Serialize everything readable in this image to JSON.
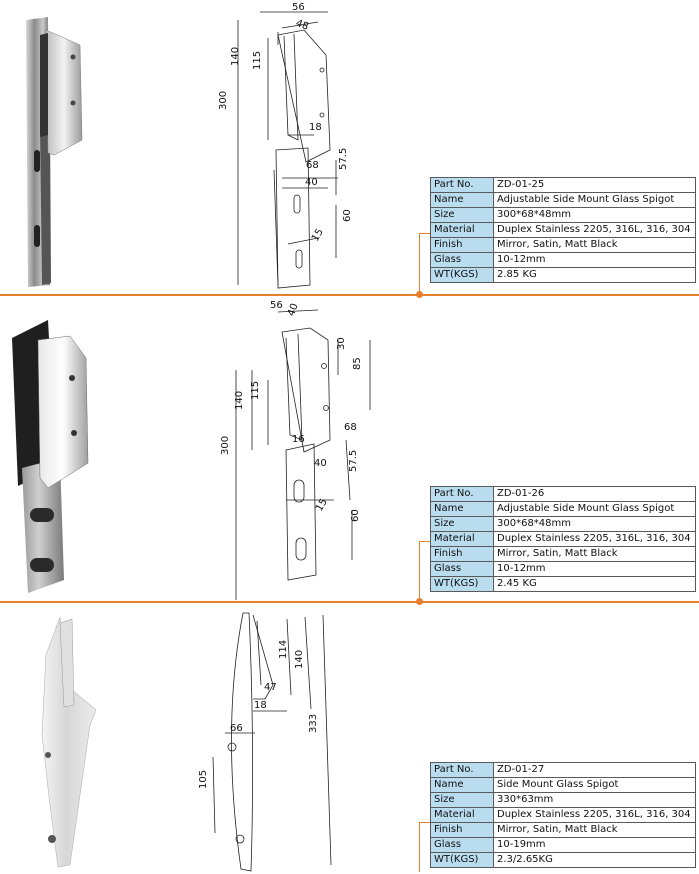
{
  "products": [
    {
      "rows": [
        {
          "key": "Part No.",
          "value": "ZD-01-25"
        },
        {
          "key": "Name",
          "value": "Adjustable Side Mount Glass Spigot"
        },
        {
          "key": "Size",
          "value": "300*68*48mm"
        },
        {
          "key": "Material",
          "value": "Duplex Stainless 2205, 316L, 316, 304"
        },
        {
          "key": "Finish",
          "value": "Mirror, Satin, Matt Black"
        },
        {
          "key": "Glass",
          "value": "10-12mm"
        },
        {
          "key": "WT(KGS)",
          "value": "2.85 KG"
        }
      ],
      "dims": {
        "d56": "56",
        "d48": "48",
        "d140": "140",
        "d115": "115",
        "d300": "300",
        "d18": "18",
        "d68": "68",
        "d40": "40",
        "d57": "57.5",
        "d60": "60",
        "d15": "15"
      }
    },
    {
      "rows": [
        {
          "key": "Part No.",
          "value": "ZD-01-26"
        },
        {
          "key": "Name",
          "value": "Adjustable Side Mount Glass Spigot"
        },
        {
          "key": "Size",
          "value": "300*68*48mm"
        },
        {
          "key": "Material",
          "value": "Duplex Stainless 2205, 316L, 316, 304"
        },
        {
          "key": "Finish",
          "value": "Mirror, Satin, Matt Black"
        },
        {
          "key": "Glass",
          "value": "10-12mm"
        },
        {
          "key": "WT(KGS)",
          "value": "2.45 KG"
        }
      ],
      "dims": {
        "d56": "56",
        "d40a": "40",
        "d30": "30",
        "d85": "85",
        "d140": "140",
        "d115": "115",
        "d68": "68",
        "d16": "16",
        "d300": "300",
        "d40b": "40",
        "d57": "57.5",
        "d15": "15",
        "d60": "60"
      }
    },
    {
      "rows": [
        {
          "key": "Part No.",
          "value": "ZD-01-27"
        },
        {
          "key": "Name",
          "value": "Side Mount Glass Spigot"
        },
        {
          "key": "Size",
          "value": "330*63mm"
        },
        {
          "key": "Material",
          "value": "Duplex Stainless 2205, 316L, 316, 304"
        },
        {
          "key": "Finish",
          "value": "Mirror, Satin, Matt Black"
        },
        {
          "key": "Glass",
          "value": "10-19mm"
        },
        {
          "key": "WT(KGS)",
          "value": "2.3/2.65KG"
        }
      ],
      "dims": {
        "d114": "114",
        "d140": "140",
        "d47": "47",
        "d18": "18",
        "d66": "66",
        "d333": "333",
        "d105": "105"
      }
    }
  ],
  "colors": {
    "divider": "#e8812e",
    "table_header": "#b9dcef",
    "table_border": "#5a5a5a"
  }
}
